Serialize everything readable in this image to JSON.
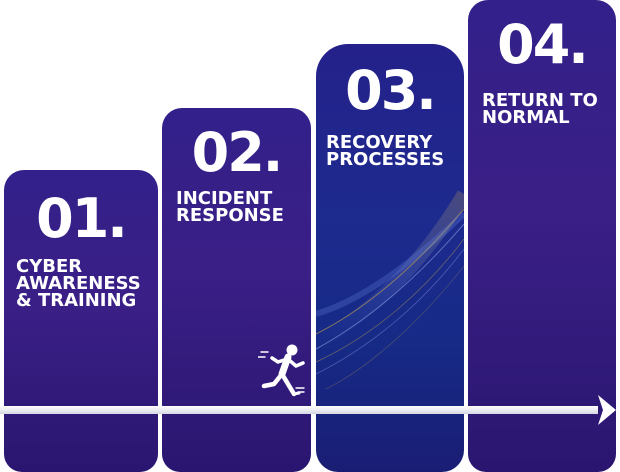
{
  "steps": [
    {
      "number": "01.",
      "label_lines": [
        "CYBER",
        "AWARENESS",
        "& TRAINING"
      ]
    },
    {
      "number": "02.",
      "label_lines": [
        "INCIDENT",
        "RESPONSE"
      ]
    },
    {
      "number": "03.",
      "label_lines": [
        "RECOVERY",
        "PROCESSES"
      ]
    },
    {
      "number": "04.",
      "label_lines": [
        "RETURN TO",
        "NORMAL"
      ]
    }
  ],
  "icons": {
    "runner": "running-person-icon",
    "arrow": "right-arrow-icon"
  },
  "colors": {
    "column_purple": "#33208a",
    "column_blue": "#1d2a8e",
    "text": "#ffffff",
    "timeline": "#ffffff",
    "streak_accent": "#c9a84a"
  }
}
